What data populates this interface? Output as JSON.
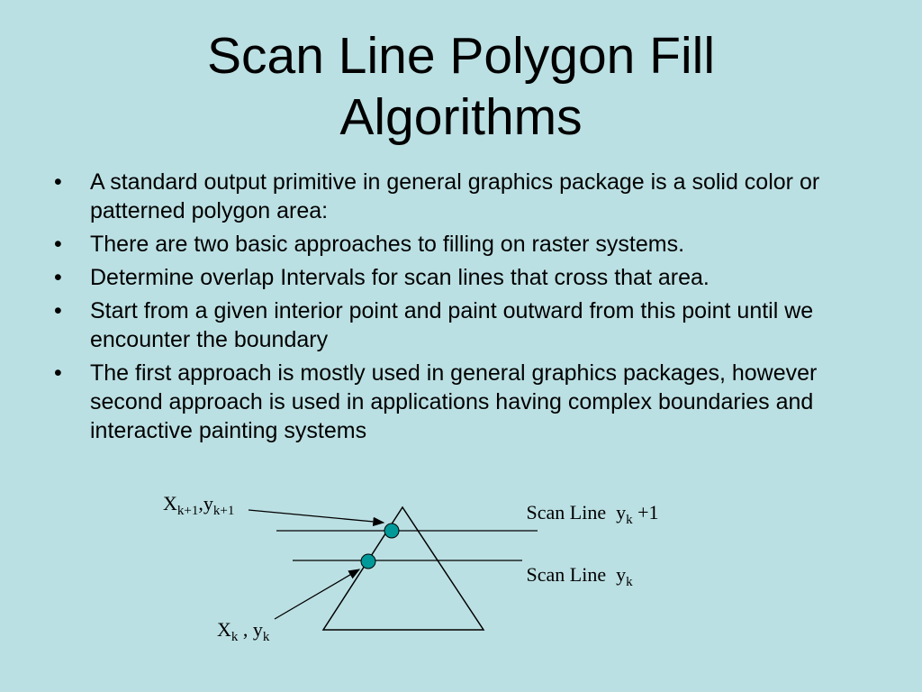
{
  "title": {
    "line1": "Scan Line Polygon Fill",
    "line2": "Algorithms"
  },
  "bullets": [
    {
      "text": "A standard output primitive in general graphics package is a solid color or patterned polygon area:"
    },
    {
      "text": "There are two basic approaches to filling on raster systems."
    },
    {
      "text": "Determine overlap Intervals for scan lines that cross that area."
    },
    {
      "text": "Start from a given interior point and paint outward from this point until we encounter the boundary"
    },
    {
      "text": "The first approach is mostly used in general graphics packages, however second approach is used in applications having complex boundaries and interactive painting systems"
    }
  ],
  "bullet_glyph": "•",
  "diagram": {
    "top_point_label": {
      "x": "X",
      "x_sub": "k+1",
      "sep": ",y",
      "y_sub": "k+1"
    },
    "bottom_point_label": {
      "x": "X",
      "x_sub": "k",
      "sep": " , y",
      "y_sub": "k"
    },
    "scan_line_upper": {
      "text": "Scan Line  y",
      "sub": "k",
      "suffix": " +1"
    },
    "scan_line_lower": {
      "text": "Scan Line  y",
      "sub": "k",
      "suffix": ""
    },
    "colors": {
      "background": "#bbe0e3",
      "point_fill": "#009999",
      "stroke": "#000000"
    }
  }
}
